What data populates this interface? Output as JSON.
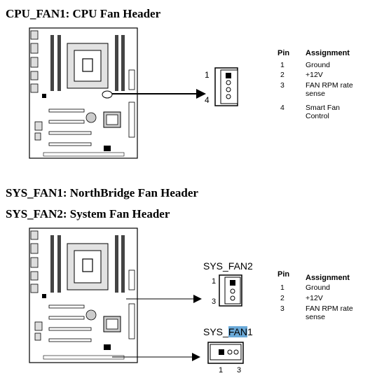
{
  "cpu_section": {
    "title": "CPU_FAN1: CPU Fan Header",
    "connector": {
      "top_pin": "1",
      "bottom_pin": "4"
    },
    "table": {
      "headers": {
        "pin": "Pin",
        "assignment": "Assignment"
      },
      "rows": [
        {
          "pin": "1",
          "assignment": "Ground"
        },
        {
          "pin": "2",
          "assignment": "+12V"
        },
        {
          "pin": "3",
          "assignment": "FAN RPM rate sense"
        },
        {
          "pin": "4",
          "assignment": "Smart Fan Control"
        }
      ]
    }
  },
  "sys_section": {
    "title1": "SYS_FAN1: NorthBridge Fan Header",
    "title2": "SYS_FAN2: System Fan Header",
    "fan2": {
      "label": "SYS_FAN2",
      "top_pin": "1",
      "bottom_pin": "3"
    },
    "fan1": {
      "label_prefix": "SYS_",
      "label_highlight": "FAN",
      "label_suffix": "1",
      "left_pin": "1",
      "right_pin": "3"
    },
    "table": {
      "headers": {
        "pin": "Pin",
        "assignment": "Assignment"
      },
      "rows": [
        {
          "pin": "1",
          "assignment": "Ground"
        },
        {
          "pin": "2",
          "assignment": "+12V"
        },
        {
          "pin": "3",
          "assignment": "FAN RPM rate sense"
        }
      ]
    }
  },
  "colors": {
    "ink": "#000000",
    "highlight": "#6aa9d8",
    "board_grey": "#d8d8d8"
  }
}
